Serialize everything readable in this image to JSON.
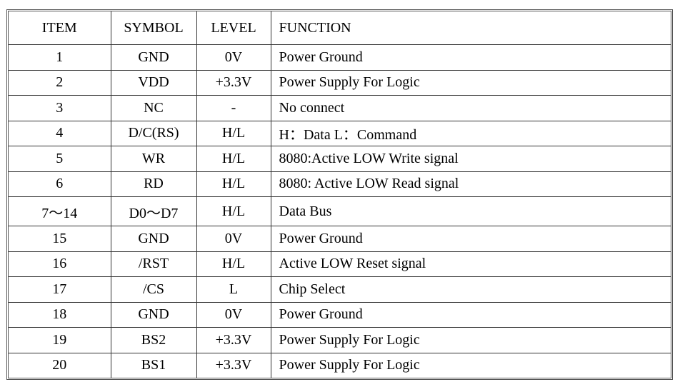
{
  "headers": {
    "item": "ITEM",
    "symbol": "SYMBOL",
    "level": "LEVEL",
    "function": "FUNCTION"
  },
  "rows": [
    {
      "item": "1",
      "symbol": "GND",
      "level": "0V",
      "function": "Power Ground"
    },
    {
      "item": "2",
      "symbol": "VDD",
      "level": "+3.3V",
      "function": "Power Supply For Logic"
    },
    {
      "item": "3",
      "symbol": "NC",
      "level": "-",
      "function": "No connect"
    },
    {
      "item": "4",
      "symbol": "D/C(RS)",
      "level": "H/L",
      "function": "H：Data    L：Command"
    },
    {
      "item": "5",
      "symbol": "WR",
      "level": "H/L",
      "function": "8080:Active LOW Write signal"
    },
    {
      "item": "6",
      "symbol": "RD",
      "level": "H/L",
      "function": "8080: Active LOW Read signal"
    },
    {
      "item": "7～14",
      "symbol": "D0～D7",
      "level": "H/L",
      "function": "Data Bus"
    },
    {
      "item": "15",
      "symbol": "GND",
      "level": "0V",
      "function": "Power Ground"
    },
    {
      "item": "16",
      "symbol": "/RST",
      "level": "H/L",
      "function": "Active LOW Reset signal"
    },
    {
      "item": "17",
      "symbol": "/CS",
      "level": "L",
      "function": "Chip Select"
    },
    {
      "item": "18",
      "symbol": "GND",
      "level": "0V",
      "function": "Power Ground"
    },
    {
      "item": "19",
      "symbol": "BS2",
      "level": "+3.3V",
      "function": "Power Supply For Logic"
    },
    {
      "item": "20",
      "symbol": "BS1",
      "level": "+3.3V",
      "function": "Power Supply For Logic"
    }
  ]
}
